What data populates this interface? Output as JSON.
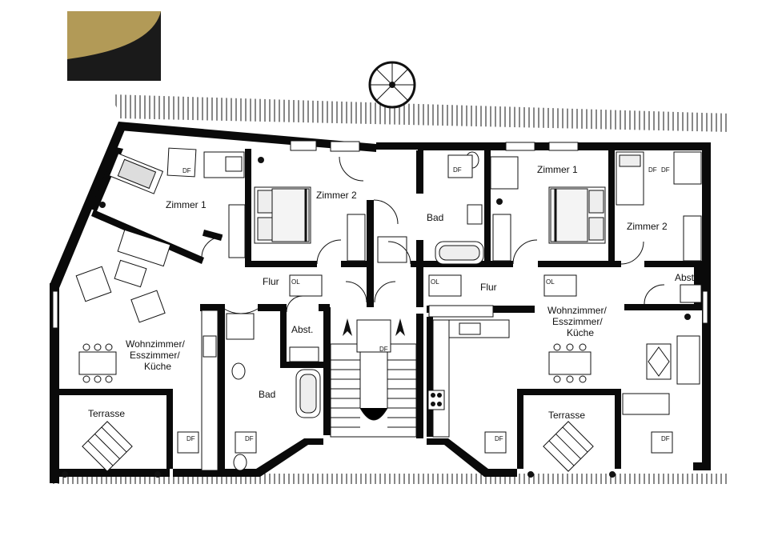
{
  "colors": {
    "logo_gold": "#b29a57",
    "logo_dark": "#1a1a1a",
    "wall": "#0a0a0a"
  },
  "rooms": {
    "left_zimmer1": "Zimmer 1",
    "left_zimmer2": "Zimmer 2",
    "left_bad_top": "Bad",
    "left_flur": "Flur",
    "left_wohn_1": "Wohnzimmer/",
    "left_wohn_2": "Esszimmer/",
    "left_wohn_3": "Küche",
    "left_abst": "Abst.",
    "left_bad": "Bad",
    "left_terrasse": "Terrasse",
    "right_zimmer1": "Zimmer 1",
    "right_zimmer2": "Zimmer 2",
    "right_flur": "Flur",
    "right_abst": "Abst.",
    "right_wohn_1": "Wohnzimmer/",
    "right_wohn_2": "Esszimmer/",
    "right_wohn_3": "Küche",
    "right_terrasse": "Terrasse"
  },
  "markers": {
    "df": "DF",
    "ol": "OL"
  },
  "icons": [
    "logo-icon",
    "spiral-stair-icon",
    "staircase-icon",
    "arrow-up-icon",
    "bed-icon",
    "bathtub-icon",
    "toilet-icon",
    "sink-icon",
    "dining-table-icon",
    "sofa-icon",
    "armchair-icon",
    "stove-icon",
    "patio-table-icon",
    "plant-icon",
    "desk-icon"
  ]
}
